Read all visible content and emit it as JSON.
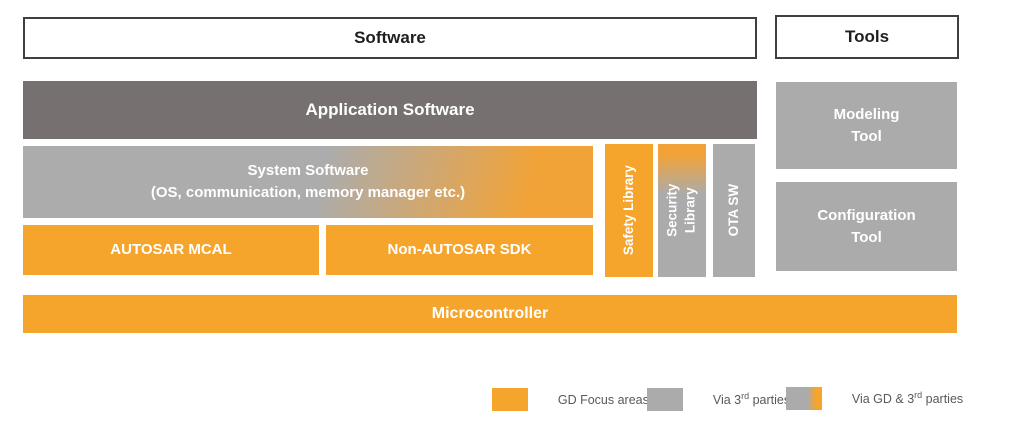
{
  "headers": {
    "software": "Software",
    "tools": "Tools"
  },
  "stack": {
    "application": "Application Software",
    "system_line1": "System Software",
    "system_line2": "(OS, communication, memory manager etc.)",
    "autosar_mcal": "AUTOSAR MCAL",
    "non_autosar_sdk": "Non-AUTOSAR SDK",
    "safety_library": "Safety Library",
    "security_line1": "Security",
    "security_line2": "Library",
    "ota_sw": "OTA SW",
    "microcontroller": "Microcontroller"
  },
  "tools": {
    "modeling_line1": "Modeling",
    "modeling_line2": "Tool",
    "configuration_line1": "Configuration",
    "configuration_line2": "Tool"
  },
  "legend": {
    "items": [
      {
        "swatch": "orange",
        "prefix": "GD Focus areas",
        "sup": "",
        "suffix": ""
      },
      {
        "swatch": "gray",
        "prefix": "Via 3",
        "sup": "rd",
        "suffix": " parties"
      },
      {
        "swatch": "gray-orange",
        "prefix": "Via GD & 3",
        "sup": "rd",
        "suffix": " parties"
      }
    ]
  },
  "colors": {
    "orange": "#f5a42c",
    "gray": "#ababab",
    "dark_gray": "#767070",
    "header_border": "#3f3f3f",
    "legend_text": "#595959",
    "label_text": "#ffffff"
  }
}
